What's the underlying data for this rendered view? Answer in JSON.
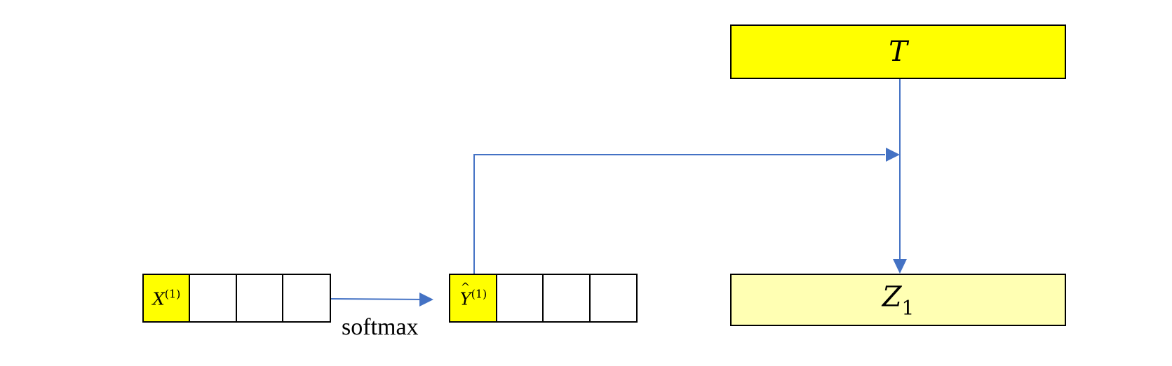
{
  "input_vector": {
    "label": "X",
    "superscript": "(1)"
  },
  "operation": {
    "label": "softmax"
  },
  "output_vector": {
    "label": "Y",
    "superscript": "(1)"
  },
  "target_block": {
    "label": "T",
    "fill": "#ffff00"
  },
  "result_block": {
    "label": "Z",
    "subscript": "1",
    "fill": "#ffffb3"
  },
  "colors": {
    "arrow": "#4472c4",
    "highlight": "#ffff00",
    "border": "#000000"
  }
}
